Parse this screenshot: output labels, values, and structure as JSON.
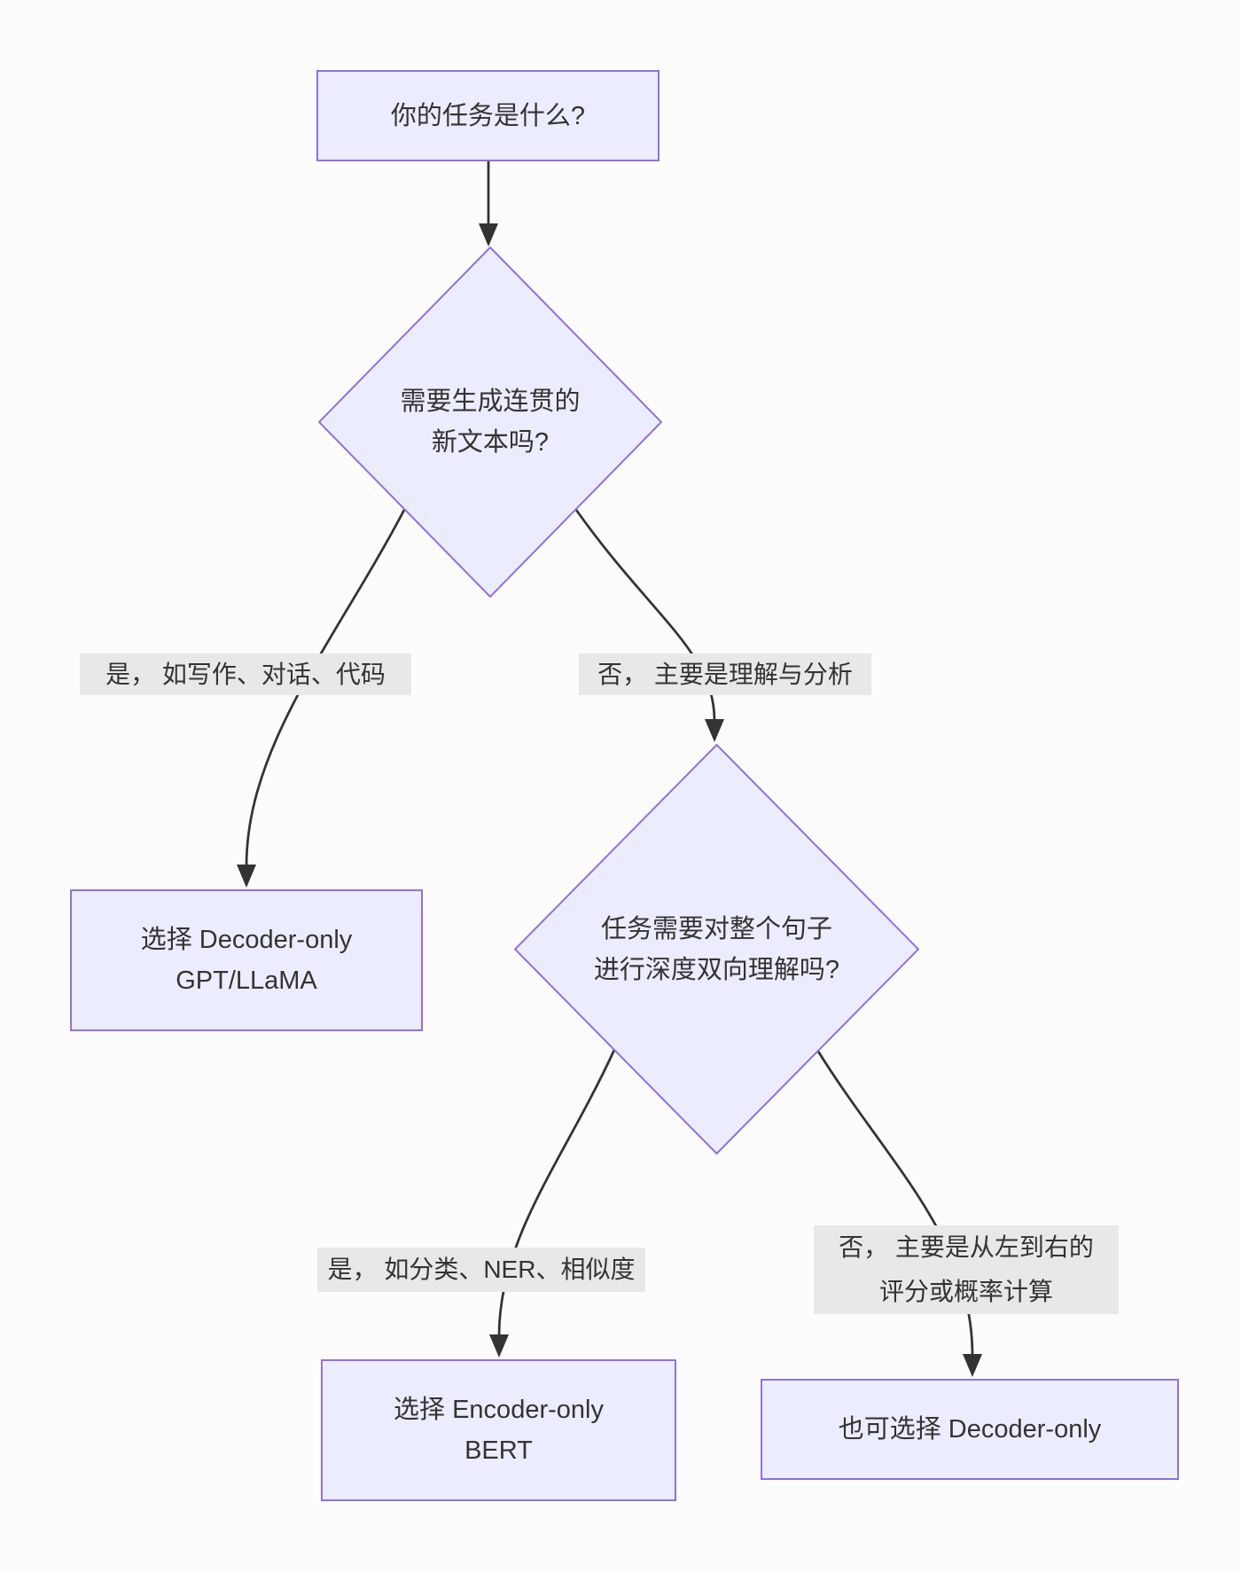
{
  "theme": {
    "background": "#fcfcfc",
    "node_fill": "#ECECFF",
    "node_border": "#9370DB",
    "edge_color": "#333333",
    "edge_label_bg": "#e8e8e8",
    "text_color": "#333333"
  },
  "nodes": {
    "task": {
      "line1": "你的任务是什么?"
    },
    "need_generation": {
      "line1": "需要生成连贯的",
      "line2": "新文本吗?"
    },
    "choose_decoder": {
      "line1": "选择 Decoder-only",
      "line2": "GPT/LLaMA"
    },
    "need_bidirectional": {
      "line1": "任务需要对整个句子",
      "line2": "进行深度双向理解吗?"
    },
    "choose_encoder": {
      "line1": "选择 Encoder-only",
      "line2": "BERT"
    },
    "also_decoder": {
      "line1": "也可选择 Decoder-only"
    }
  },
  "edge_labels": {
    "yes_generation": {
      "line1": "是， 如写作、对话、代码"
    },
    "no_generation": {
      "line1": "否， 主要是理解与分析"
    },
    "yes_bidirectional": {
      "line1": "是， 如分类、NER、相似度"
    },
    "no_bidirectional": {
      "line1": "否， 主要是从左到右的",
      "line2": "评分或概率计算"
    }
  },
  "edges": [
    {
      "from": "task",
      "to": "need_generation",
      "label": ""
    },
    {
      "from": "need_generation",
      "to": "choose_decoder",
      "label": "是， 如写作、对话、代码"
    },
    {
      "from": "need_generation",
      "to": "need_bidirectional",
      "label": "否， 主要是理解与分析"
    },
    {
      "from": "need_bidirectional",
      "to": "choose_encoder",
      "label": "是， 如分类、NER、相似度"
    },
    {
      "from": "need_bidirectional",
      "to": "also_decoder",
      "label": "否， 主要是从左到右的评分或概率计算"
    }
  ]
}
